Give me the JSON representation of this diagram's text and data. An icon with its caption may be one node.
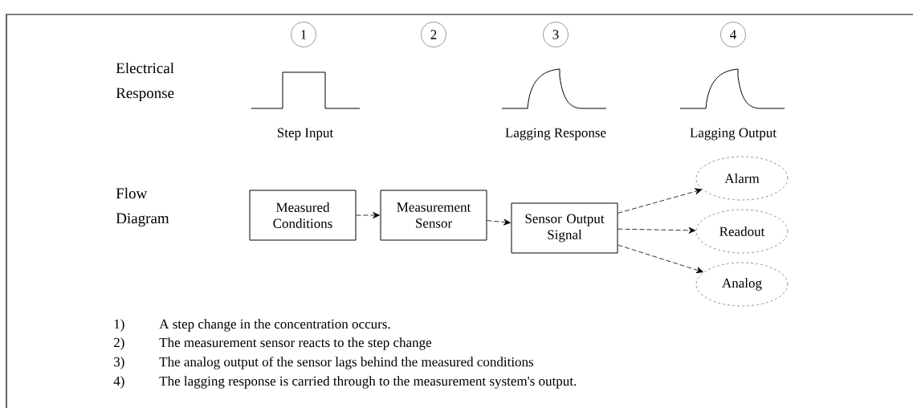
{
  "diagram": {
    "nodes": [
      {
        "text": [
          "1"
        ]
      },
      {
        "text": [
          "2"
        ]
      },
      {
        "text": [
          "3"
        ]
      },
      {
        "text": [
          "4"
        ]
      },
      {
        "text": [
          "Measured Conditions"
        ]
      },
      {
        "text": [
          "Measurement Sensor"
        ]
      },
      {
        "text": [
          "Sensor Output Signal"
        ]
      },
      {
        "text": [
          "Alarm"
        ]
      },
      {
        "text": [
          "Readout"
        ]
      },
      {
        "text": [
          "Analog"
        ]
      }
    ],
    "edges": [
      {
        "from": 4,
        "to": 5,
        "arrow": "to",
        "style": "dashed"
      },
      {
        "from": 5,
        "to": 6,
        "arrow": "to",
        "style": "dashed"
      },
      {
        "from": 6,
        "to": 7,
        "arrow": "to",
        "style": "dashed"
      },
      {
        "from": 6,
        "to": 8,
        "arrow": "to",
        "style": "dashed"
      },
      {
        "from": 6,
        "to": 9,
        "arrow": "to",
        "style": "dashed"
      }
    ],
    "labels": [
      "Electrical Response",
      "Step Input",
      "Lagging Response",
      "Lagging Output",
      "Flow Diagram",
      "1)",
      "A step change in the concentration occurs.",
      "2)",
      "The measurement sensor reacts to the step change",
      "3)",
      "The analog output of the sensor lags behind the measured conditions",
      "4)",
      "The lagging response is carried through to the measurement system's output."
    ]
  }
}
